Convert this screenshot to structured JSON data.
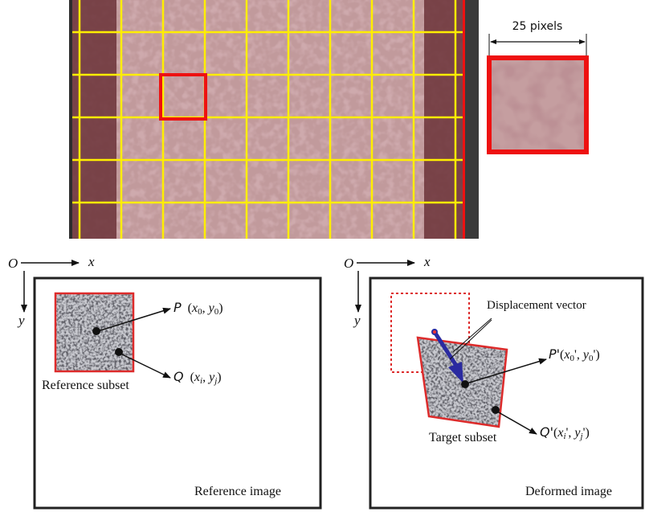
{
  "top_figure": {
    "scale_label": "25 pixels",
    "grid_color": "#ffee00",
    "highlight_color": "#ee1111",
    "speckle_tint": "#b07a7c"
  },
  "reference_panel": {
    "axis_origin": "O",
    "axis_x": "x",
    "axis_y": "y",
    "point_p": {
      "letter": "P",
      "coords": "(x0, y0)",
      "x_sym": "x",
      "x_sub": "0",
      "y_sym": "y",
      "y_sub": "0"
    },
    "point_q": {
      "letter": "Q",
      "x_sym": "x",
      "x_sub": "i",
      "y_sym": "y",
      "y_sub": "j"
    },
    "subset_label": "Reference subset",
    "image_label": "Reference image"
  },
  "deformed_panel": {
    "axis_origin": "O",
    "axis_x": "x",
    "axis_y": "y",
    "vector_label": "Displacement vector",
    "point_p": {
      "letter": "P'",
      "x_sym": "x",
      "x_sub": "0",
      "y_sym": "y",
      "y_sub": "0"
    },
    "point_q": {
      "letter": "Q'",
      "x_sym": "x",
      "x_sub": "i",
      "y_sym": "y",
      "y_sub": "j"
    },
    "subset_label": "Target subset",
    "image_label": "Deformed image"
  },
  "colors": {
    "frame": "#222222",
    "subset_border": "#dd2b2b",
    "vector": "#2a2aa0"
  }
}
